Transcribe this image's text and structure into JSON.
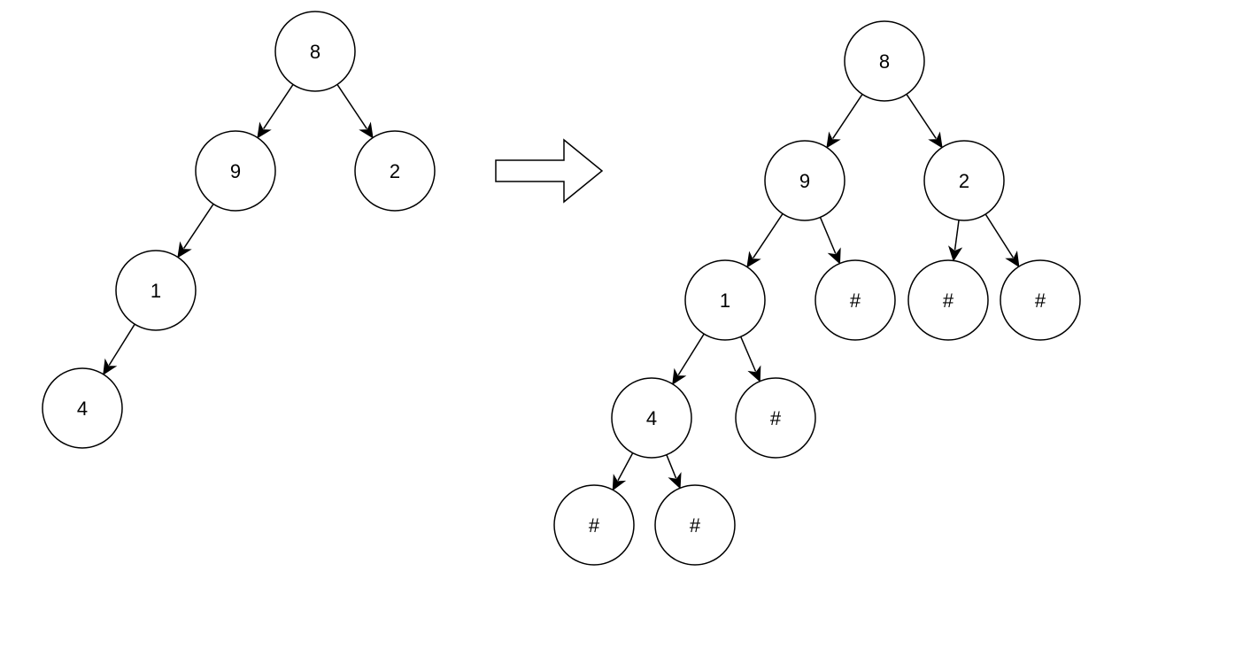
{
  "original_tree": {
    "nodes": [
      {
        "id": "a8",
        "label": "8"
      },
      {
        "id": "a9",
        "label": "9"
      },
      {
        "id": "a2",
        "label": "2"
      },
      {
        "id": "a1",
        "label": "1"
      },
      {
        "id": "a4",
        "label": "4"
      }
    ],
    "edges": [
      {
        "from": "a8",
        "to": "a9"
      },
      {
        "from": "a8",
        "to": "a2"
      },
      {
        "from": "a9",
        "to": "a1"
      },
      {
        "from": "a1",
        "to": "a4"
      }
    ]
  },
  "serialized_tree": {
    "nodes": [
      {
        "id": "b8",
        "label": "8"
      },
      {
        "id": "b9",
        "label": "9"
      },
      {
        "id": "b2",
        "label": "2"
      },
      {
        "id": "b1",
        "label": "1"
      },
      {
        "id": "b9n",
        "label": "#"
      },
      {
        "id": "b2l",
        "label": "#"
      },
      {
        "id": "b2r",
        "label": "#"
      },
      {
        "id": "b4",
        "label": "4"
      },
      {
        "id": "b1n",
        "label": "#"
      },
      {
        "id": "b4l",
        "label": "#"
      },
      {
        "id": "b4r",
        "label": "#"
      }
    ],
    "edges": [
      {
        "from": "b8",
        "to": "b9"
      },
      {
        "from": "b8",
        "to": "b2"
      },
      {
        "from": "b9",
        "to": "b1"
      },
      {
        "from": "b9",
        "to": "b9n"
      },
      {
        "from": "b2",
        "to": "b2l"
      },
      {
        "from": "b2",
        "to": "b2r"
      },
      {
        "from": "b1",
        "to": "b4"
      },
      {
        "from": "b1",
        "to": "b1n"
      },
      {
        "from": "b4",
        "to": "b4l"
      },
      {
        "from": "b4",
        "to": "b4r"
      }
    ]
  },
  "colors": {
    "stroke": "#000000",
    "fill": "#ffffff"
  }
}
